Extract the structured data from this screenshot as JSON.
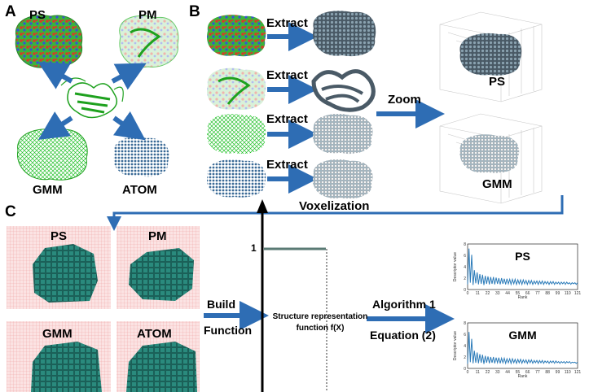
{
  "panels": {
    "A": {
      "letter": "A",
      "labels": {
        "ps": "PS",
        "pm": "PM",
        "gmm": "GMM",
        "atom": "ATOM"
      }
    },
    "B": {
      "letter": "B",
      "extract_labels": [
        "Extract",
        "Extract",
        "Extract",
        "Extract"
      ],
      "zoom_label": "Zoom",
      "voxelization_label": "Voxelization",
      "zoom_labels": {
        "top": "PS",
        "bottom": "GMM"
      }
    },
    "C": {
      "letter": "C",
      "voxel_labels": {
        "ps": "PS",
        "pm": "PM",
        "gmm": "GMM",
        "atom": "ATOM"
      },
      "build_label_1": "Build",
      "build_label_2": "Function",
      "function_value_label": "1",
      "function_caption_1": "Structure representation",
      "function_caption_2": "function f(X)",
      "algorithm_label": "Algorithm 1",
      "equation_label": "Equation (2)"
    }
  },
  "colors": {
    "arrow_blue": "#2e6db4",
    "protein_green": "#22c02a",
    "atom_blue": "#3a6a96",
    "voxel_teal": "#237e72",
    "surface_gray": "#4a5a66",
    "line_blue": "#2b7bb9",
    "function_line": "#5a7a74"
  },
  "chart_data": [
    {
      "type": "line",
      "title": "PS",
      "xlabel": "Rank",
      "ylabel": "Descriptor value",
      "xticks": [
        "0",
        "11",
        "22",
        "33",
        "44",
        "55",
        "66",
        "77",
        "88",
        "99",
        "110",
        "121"
      ],
      "yticks": [
        "0",
        "2",
        "4",
        "6",
        "8"
      ],
      "ylim": [
        0,
        8
      ],
      "xlim": [
        0,
        121
      ],
      "series": [
        {
          "values": [
            0.9,
            7.2,
            1.2,
            6.1,
            0.8,
            3.4,
            1.1,
            3.0,
            0.9,
            2.7,
            1.0,
            2.6,
            0.8,
            2.4,
            1.0,
            2.3,
            0.9,
            2.2,
            1.0,
            2.2,
            0.9,
            2.1,
            1.0,
            2.0,
            0.9,
            2.0,
            1.0,
            1.9,
            0.9,
            1.9,
            1.0,
            1.8,
            0.9,
            1.8,
            1.0,
            1.8,
            0.9,
            1.7,
            1.0,
            1.7,
            0.9,
            1.7,
            1.0,
            1.6,
            0.9,
            1.6,
            1.0,
            1.6,
            0.9,
            1.5,
            1.0,
            1.5,
            0.9,
            1.5,
            1.0,
            1.5,
            0.9,
            1.4,
            1.0,
            1.4,
            0.9,
            1.4,
            1.0,
            1.4,
            0.9,
            1.3,
            1.0,
            1.3,
            0.9,
            1.3,
            1.0,
            1.3,
            0.9,
            1.3,
            1.0,
            1.2,
            0.9,
            1.2,
            1.0,
            1.2,
            0.9,
            1.2
          ]
        }
      ]
    },
    {
      "type": "line",
      "title": "GMM",
      "xlabel": "Rank",
      "ylabel": "Descriptor value",
      "xticks": [
        "0",
        "11",
        "22",
        "33",
        "44",
        "55",
        "66",
        "77",
        "88",
        "99",
        "110",
        "121"
      ],
      "yticks": [
        "0",
        "2",
        "4",
        "6",
        "8"
      ],
      "ylim": [
        0,
        8
      ],
      "xlim": [
        0,
        121
      ],
      "series": [
        {
          "values": [
            0.8,
            6.4,
            1.1,
            5.2,
            0.9,
            3.1,
            1.0,
            2.8,
            0.9,
            2.5,
            1.0,
            2.4,
            0.8,
            2.2,
            1.0,
            2.1,
            0.9,
            2.0,
            1.0,
            2.0,
            0.9,
            1.9,
            1.0,
            1.9,
            0.9,
            1.8,
            1.0,
            1.8,
            0.9,
            1.7,
            1.0,
            1.7,
            0.9,
            1.7,
            1.0,
            1.6,
            0.9,
            1.6,
            1.0,
            1.6,
            0.9,
            1.5,
            1.0,
            1.5,
            0.9,
            1.5,
            1.0,
            1.5,
            0.9,
            1.4,
            1.0,
            1.4,
            0.9,
            1.4,
            1.0,
            1.4,
            0.9,
            1.3,
            1.0,
            1.3,
            0.9,
            1.3,
            1.0,
            1.3,
            0.9,
            1.3,
            1.0,
            1.2,
            0.9,
            1.2,
            1.0,
            1.2,
            0.9,
            1.2,
            1.0,
            1.2,
            0.9,
            1.1,
            1.0,
            1.1,
            0.9,
            1.1
          ]
        }
      ]
    }
  ]
}
